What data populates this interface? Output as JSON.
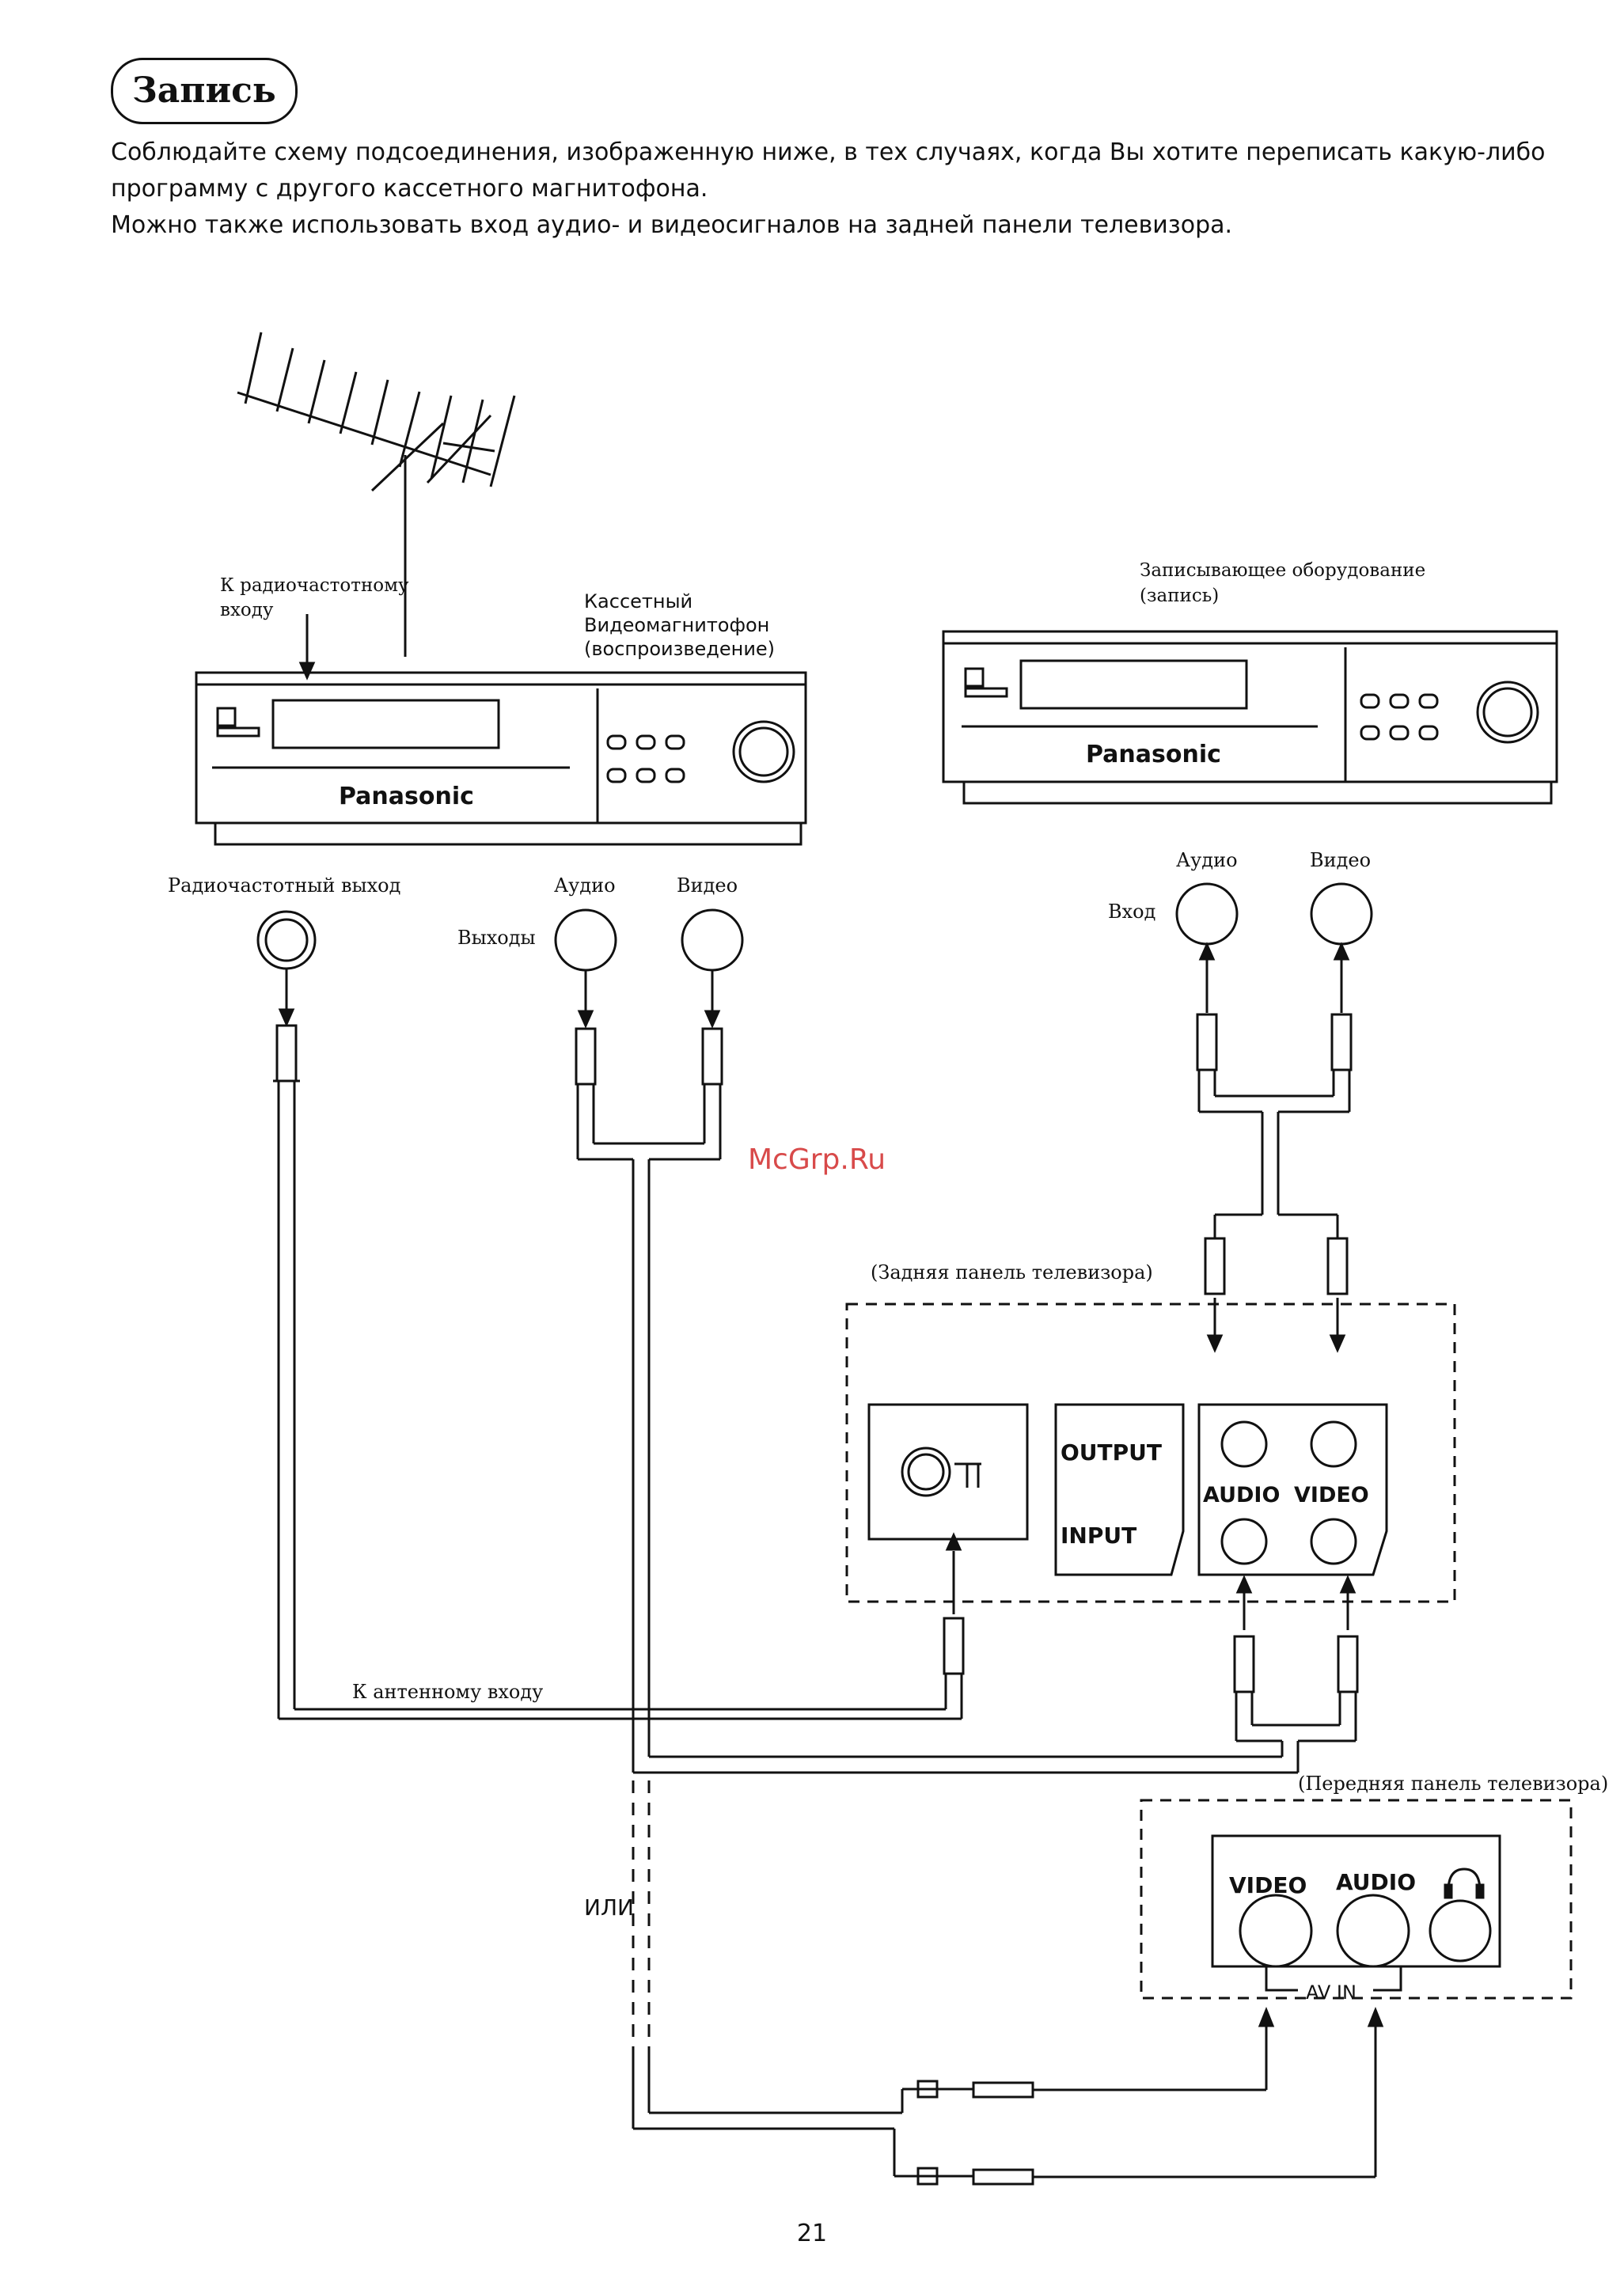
{
  "title": "Запись",
  "intro": {
    "line1": "Соблюдайте схему подсоединения, изображенную ниже, в тех случаях, когда Вы хотите переписать какую-либо",
    "line2": "программу с другого кассетного магнитофона.",
    "line3": "Можно также использовать вход аудио- и видеосигналов на задней панели телевизора."
  },
  "diagram": {
    "rf_input_line1": "К радиочастотному",
    "rf_input_line2": "входу",
    "playback_vcr_line1": "Кассетный",
    "playback_vcr_line2": "Видеомагнитофон",
    "playback_vcr_line3": "(воспроизведение)",
    "recorder_line1": "Записывающее оборудование",
    "recorder_line2": "(запись)",
    "brand_left": "Panasonic",
    "brand_right": "Panasonic",
    "rf_out_label": "Радиочастотный выход",
    "audio_label_left": "Аудио",
    "video_label_left": "Видео",
    "outputs_label": "Выходы",
    "audio_label_right": "Аудио",
    "video_label_right": "Видео",
    "input_label": "Вход",
    "watermark": "McGrp.Ru",
    "tv_rear_label": "(Задняя панель телевизора)",
    "output_label": "OUTPUT",
    "input_en_label": "INPUT",
    "audio_en_rear": "AUDIO",
    "video_en_rear": "VIDEO",
    "antenna_in_label": "К антенному входу",
    "or_label": "ИЛИ",
    "tv_front_label": "(Передняя панель телевизора)",
    "video_en_front": "VIDEO",
    "audio_en_front": "AUDIO",
    "av_in_label": "AV IN"
  },
  "page_number": "21"
}
